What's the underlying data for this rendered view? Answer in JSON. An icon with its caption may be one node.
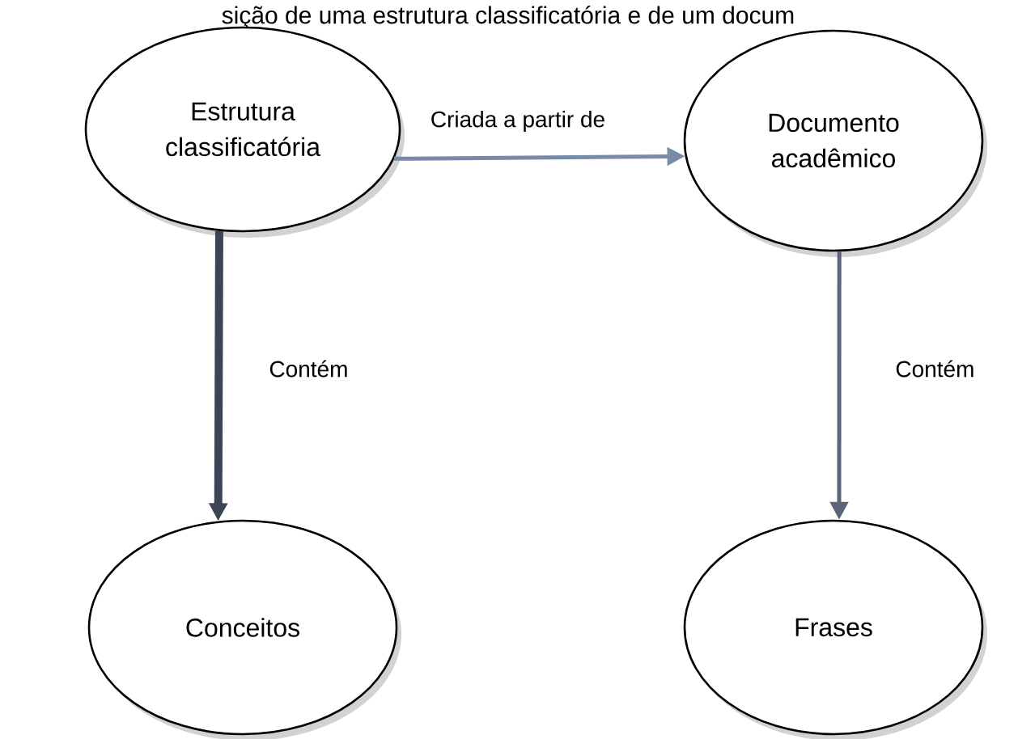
{
  "diagram": {
    "title": "sição de uma estrutura classificatória e de um docum",
    "nodes": [
      {
        "text": [
          "Estrutura classificatória"
        ]
      },
      {
        "text": [
          "Documento acadêmico"
        ]
      },
      {
        "text": [
          "Conceitos"
        ]
      },
      {
        "text": [
          "Frases"
        ]
      }
    ],
    "edges": [
      {
        "from": 0,
        "to": 1,
        "arrow": "to",
        "label": "Criada a partir de",
        "color": "#7a8ba8"
      },
      {
        "from": 0,
        "to": 2,
        "arrow": "to",
        "label": "Contém",
        "style": "thick",
        "color": "#3d4456"
      },
      {
        "from": 1,
        "to": 3,
        "arrow": "to",
        "label": "Contém",
        "color": "#5b6478"
      }
    ]
  }
}
